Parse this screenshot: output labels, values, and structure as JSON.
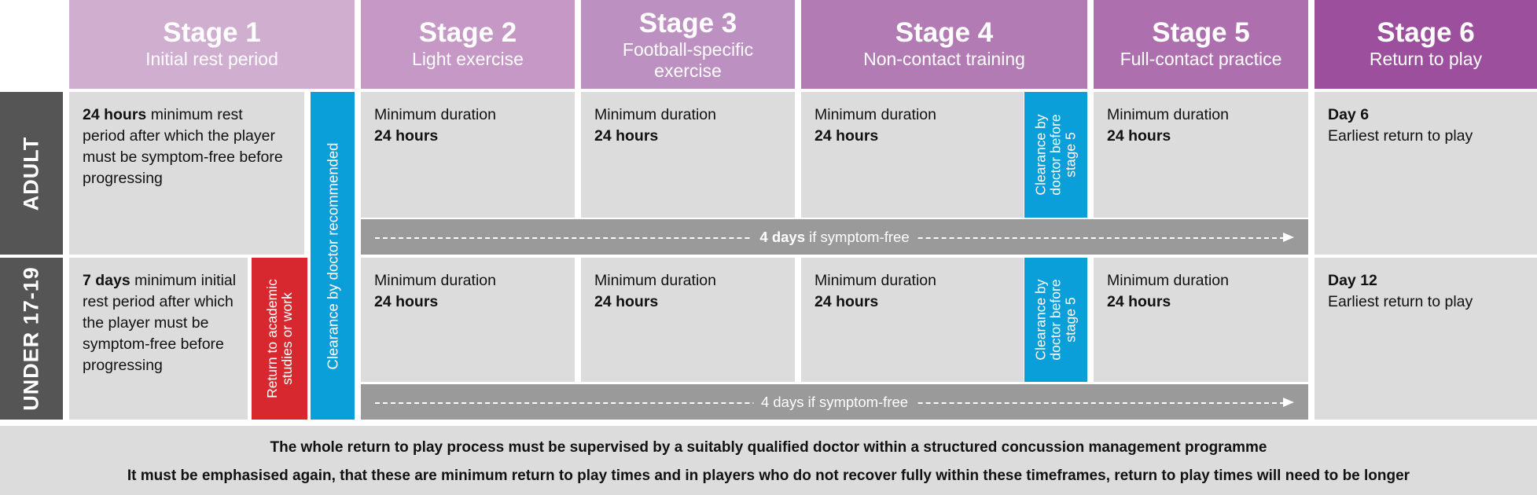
{
  "colors": {
    "stage1": "#cfaed0",
    "stage2": "#c598c5",
    "stage3": "#bd90c2",
    "stage4": "#b37bb4",
    "stage5": "#ae6fae",
    "stage6": "#9c4f9c",
    "row_label": "#555555",
    "cell": "#dcdcdc",
    "doctor_blue": "#0a9fd8",
    "academic_red": "#d7282f",
    "arrow_bar": "#9a9a9a"
  },
  "stages": [
    {
      "title": "Stage 1",
      "subtitle": "Initial rest period"
    },
    {
      "title": "Stage 2",
      "subtitle": "Light exercise"
    },
    {
      "title": "Stage 3",
      "subtitle": "Football-specific exercise"
    },
    {
      "title": "Stage 4",
      "subtitle": "Non-contact training"
    },
    {
      "title": "Stage 5",
      "subtitle": "Full-contact practice"
    },
    {
      "title": "Stage 6",
      "subtitle": "Return to play"
    }
  ],
  "rows": {
    "adult": {
      "label": "ADULT",
      "stage1_bold": "24 hours",
      "stage1_text": " minimum rest period after which the player must be symptom-free before progressing",
      "stage6_bold": "Day 6",
      "stage6_text": "Earliest return to play",
      "total_bold": "4 days",
      "total_text": " if symptom-free"
    },
    "under": {
      "label": "UNDER 17-19",
      "stage1_bold": "7 days",
      "stage1_text": " minimum initial rest period after which the player must be symptom-free before progressing",
      "academic": "Return to academic studies or work",
      "stage6_bold": "Day 12",
      "stage6_text": "Earliest return to play",
      "total_text": "4 days if symptom-free"
    }
  },
  "min_duration": {
    "label": "Minimum duration",
    "value": "24 hours"
  },
  "clearance_recommended": "Clearance by doctor recommended",
  "clearance_stage5": "Clearance by doctor before stage 5",
  "footer": {
    "line1": "The whole return to play process must be supervised by a suitably qualified doctor within a structured concussion management programme",
    "line2": "It must be emphasised again, that these are minimum return to play times and in players who do not recover fully within these timeframes, return to play times will need to be longer"
  }
}
